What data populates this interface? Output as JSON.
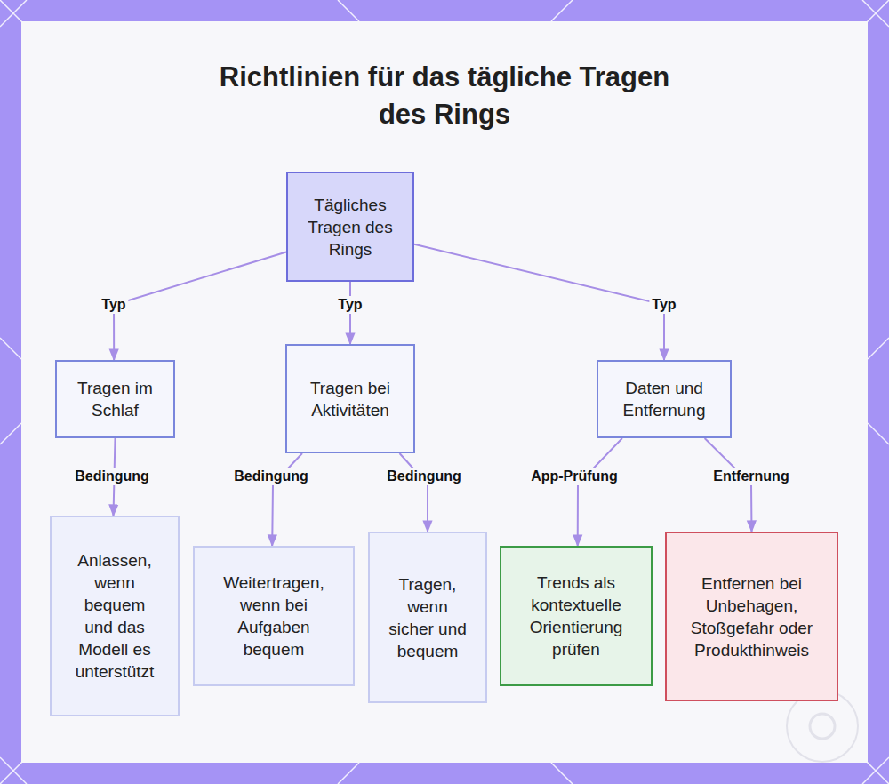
{
  "diagram": {
    "title": "Richtlinien für das tägliche Tragen des Rings",
    "nodes": [
      {
        "text": [
          "Tägliches Tragen des Rings"
        ]
      },
      {
        "text": [
          "Tragen im Schlaf"
        ]
      },
      {
        "text": [
          "Tragen bei Aktivitäten"
        ]
      },
      {
        "text": [
          "Daten und Entfernung"
        ]
      },
      {
        "text": [
          "Anlassen, wenn bequem und das Modell es unterstützt"
        ]
      },
      {
        "text": [
          "Weitertragen, wenn bei Aufgaben bequem"
        ]
      },
      {
        "text": [
          "Tragen, wenn sicher und bequem"
        ]
      },
      {
        "text": [
          "Trends als kontextuelle Orientierung prüfen"
        ]
      },
      {
        "text": [
          "Entfernen bei Unbehagen, Stoßgefahr oder Produkthinweis"
        ]
      }
    ],
    "edges": [
      {
        "from": 0,
        "to": 1,
        "label": "Typ",
        "arrow": "to"
      },
      {
        "from": 0,
        "to": 2,
        "label": "Typ",
        "arrow": "to"
      },
      {
        "from": 0,
        "to": 3,
        "label": "Typ",
        "arrow": "to"
      },
      {
        "from": 1,
        "to": 4,
        "label": "Bedingung",
        "arrow": "to"
      },
      {
        "from": 2,
        "to": 5,
        "label": "Bedingung",
        "arrow": "to"
      },
      {
        "from": 2,
        "to": 6,
        "label": "Bedingung",
        "arrow": "to"
      },
      {
        "from": 3,
        "to": 7,
        "label": "App-Prüfung",
        "arrow": "to"
      },
      {
        "from": 3,
        "to": 8,
        "label": "Entfernung",
        "arrow": "to"
      }
    ]
  }
}
